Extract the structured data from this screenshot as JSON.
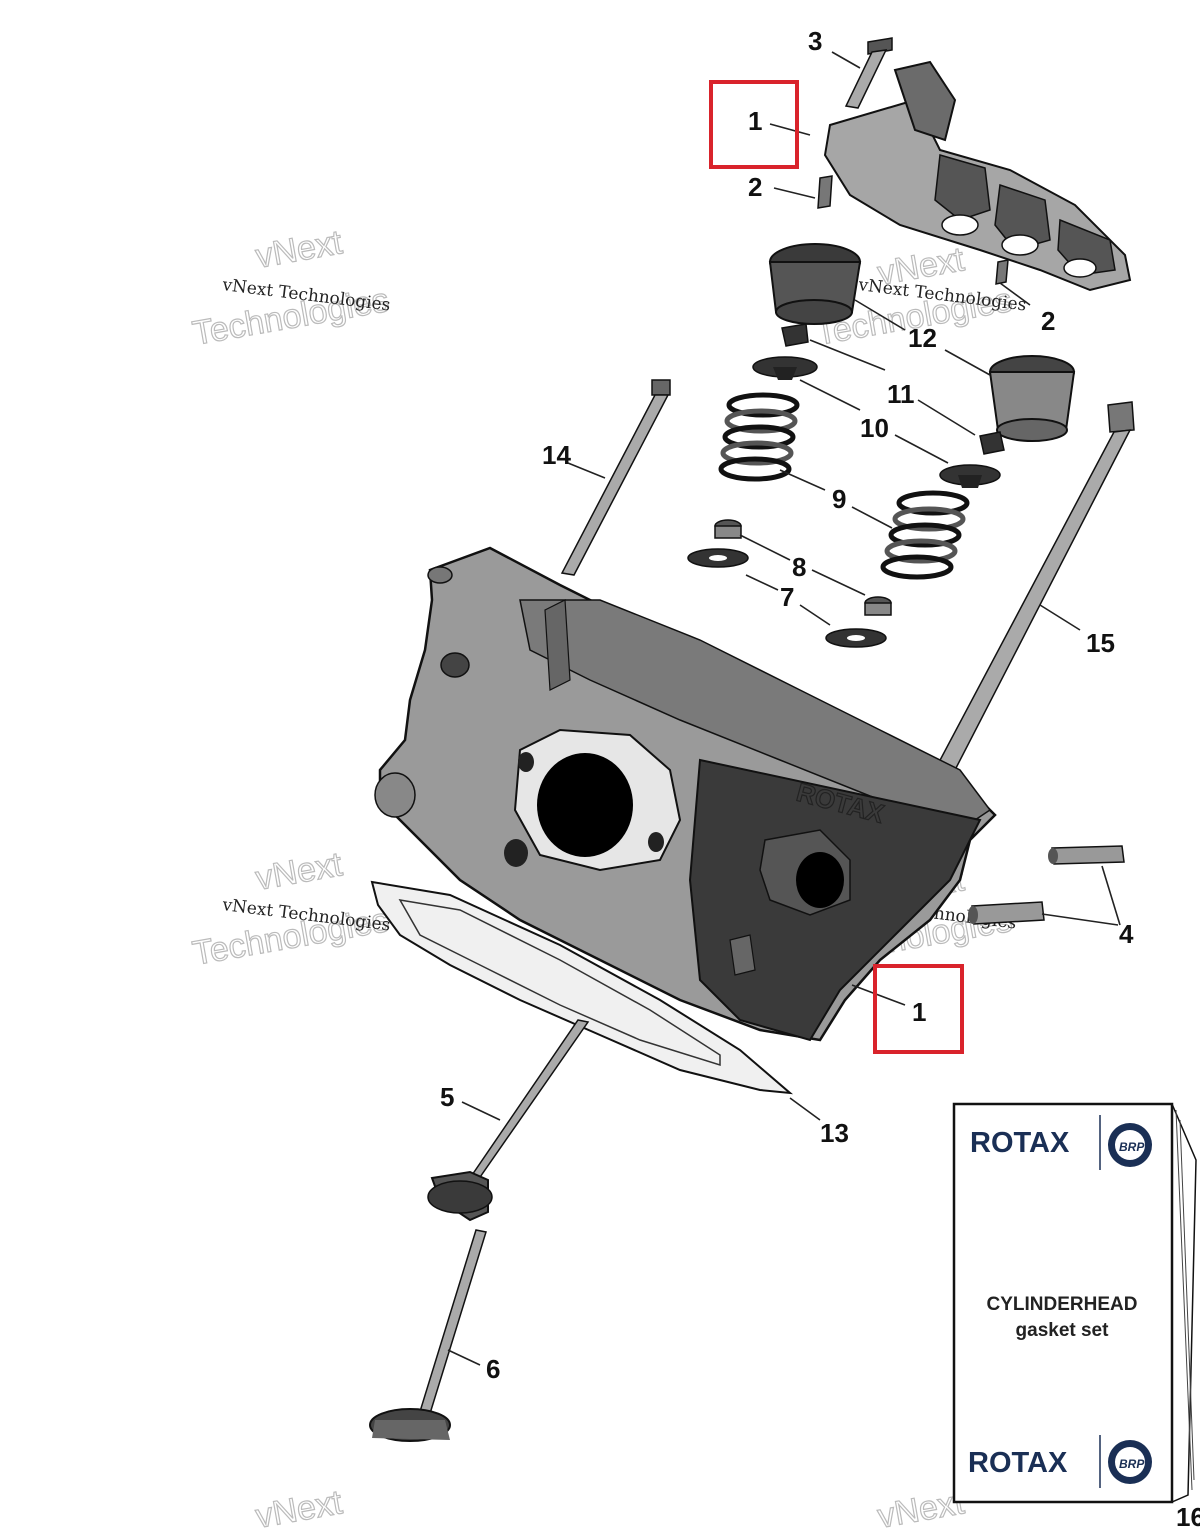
{
  "callouts": {
    "c1_top": "1",
    "c1_bottom": "1",
    "c2_left": "2",
    "c2_right": "2",
    "c3": "3",
    "c4": "4",
    "c5": "5",
    "c6": "6",
    "c7": "7",
    "c8": "8",
    "c9": "9",
    "c10": "10",
    "c11": "11",
    "c12": "12",
    "c13": "13",
    "c14": "14",
    "c15": "15",
    "c16_partial": "16"
  },
  "watermark": {
    "line_small": "vNext Technologies",
    "line_big_1": "vNext",
    "line_big_2": "Technologies"
  },
  "gasket_kit": {
    "brand": "ROTAX",
    "sub_brand": "BRP",
    "line1": "CYLINDERHEAD",
    "line2": "gasket set"
  },
  "colors": {
    "highlight_box": "#d9232b",
    "part_fill": "#9a9a9a",
    "part_dark": "#2a2a2a",
    "brand_navy": "#1a2f55"
  }
}
